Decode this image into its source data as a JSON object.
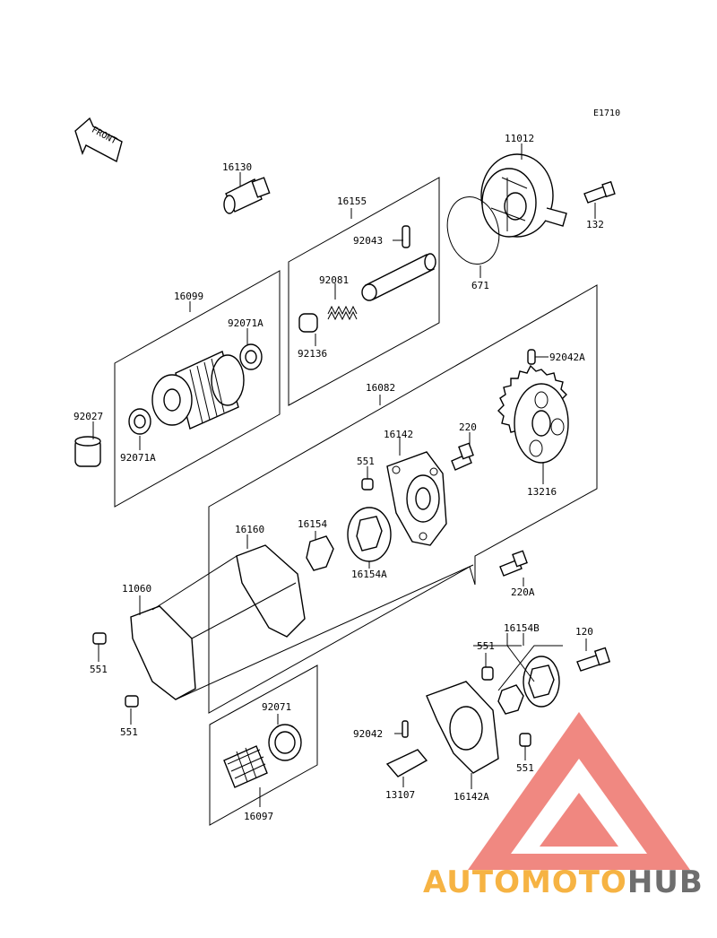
{
  "diagram_code": "E1710",
  "front_arrow": {
    "label": "FRONT"
  },
  "labels": {
    "p11012": "11012",
    "p132": "132",
    "p16130": "16130",
    "p16155": "16155",
    "p92043": "92043",
    "p671": "671",
    "p92081": "92081",
    "p92136": "92136",
    "p16099": "16099",
    "p92071A_a": "92071A",
    "p92027": "92027",
    "p92071A_b": "92071A",
    "p16082": "16082",
    "p92042A": "92042A",
    "p220": "220",
    "p16142": "16142",
    "p551_a": "551",
    "p13216": "13216",
    "p16160": "16160",
    "p16154": "16154",
    "p16154A": "16154A",
    "p220A": "220A",
    "p11060": "11060",
    "p551_b": "551",
    "p551_c": "551",
    "p16154B": "16154B",
    "p120": "120",
    "p551_d": "551",
    "p551_e": "551",
    "p92071": "92071",
    "p92042": "92042",
    "p13107": "13107",
    "p16142A": "16142A",
    "p16097": "16097"
  },
  "watermark": {
    "part1": "AUTOMOTO",
    "part2": "HUB",
    "color1": "#f5a623",
    "color2": "#e8443a",
    "color3": "#555555"
  },
  "colors": {
    "line": "#000000",
    "logo": "#e8443a"
  }
}
